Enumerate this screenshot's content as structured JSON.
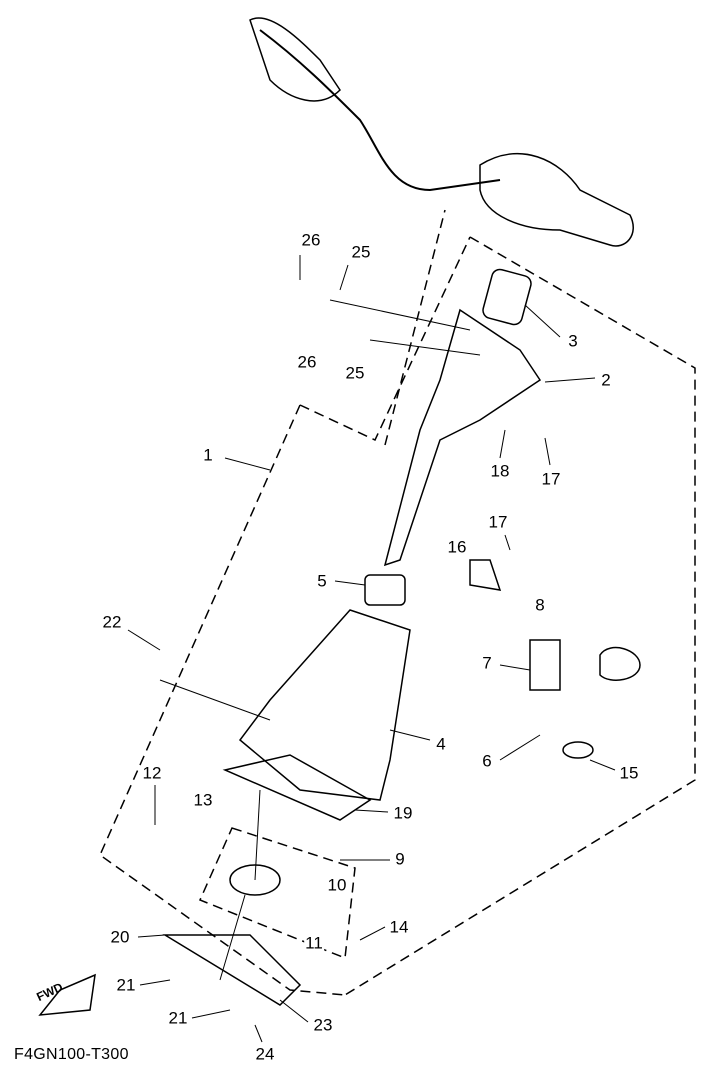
{
  "diagram_code": "F4GN100-T300",
  "fwd_label": "FWD",
  "callouts": [
    "26",
    "25",
    "26",
    "25",
    "3",
    "2",
    "1",
    "18",
    "17",
    "17",
    "16",
    "5",
    "8",
    "22",
    "7",
    "4",
    "6",
    "15",
    "12",
    "13",
    "19",
    "9",
    "10",
    "14",
    "11",
    "20",
    "21",
    "21",
    "23",
    "24"
  ]
}
